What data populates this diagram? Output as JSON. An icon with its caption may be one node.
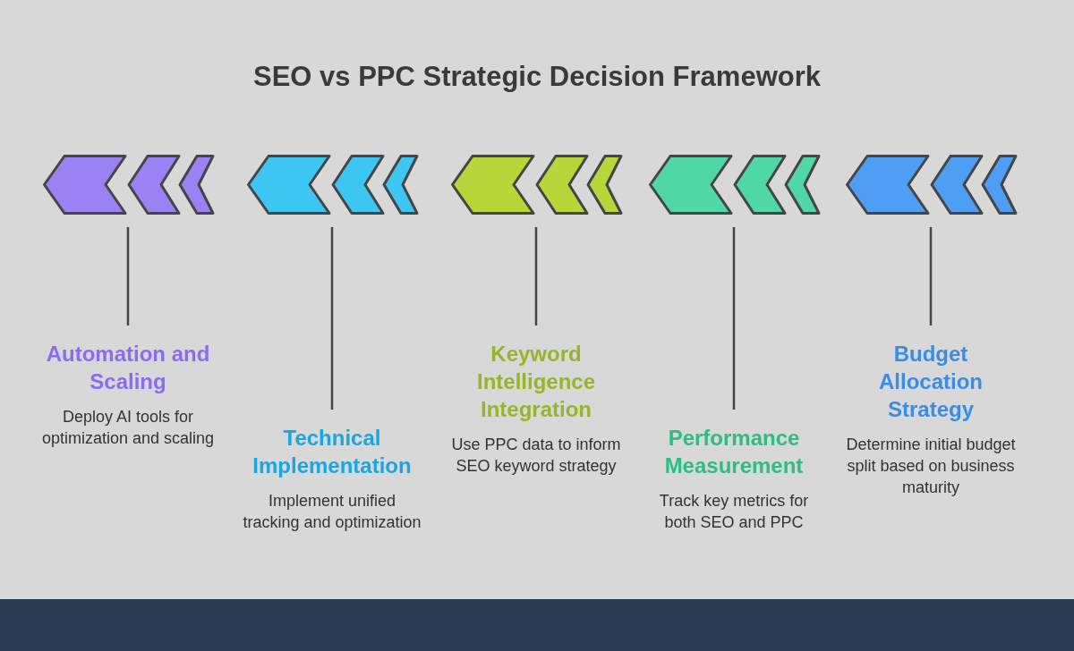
{
  "diagram": {
    "title": "SEO vs PPC Strategic Decision Framework",
    "nodes": [
      {
        "text": [],
        "shape": "chevron"
      },
      {
        "text": [
          "Automation and Scaling",
          "Deploy AI tools for optimization and scaling"
        ]
      },
      {
        "text": [],
        "shape": "chevron"
      },
      {
        "text": [
          "Technical Implementation",
          "Implement unified tracking and optimization"
        ]
      },
      {
        "text": [],
        "shape": "chevron"
      },
      {
        "text": [
          "Keyword Intelligence Integration",
          "Use PPC data to inform SEO keyword strategy"
        ]
      },
      {
        "text": [],
        "shape": "chevron"
      },
      {
        "text": [
          "Performance Measurement",
          "Track key metrics for both SEO and PPC"
        ]
      },
      {
        "text": [],
        "shape": "chevron"
      },
      {
        "text": [
          "Budget Allocation Strategy",
          "Determine initial budget split based on business maturity"
        ]
      }
    ],
    "edges": [
      {
        "from": 0,
        "to": 1,
        "arrow": "none"
      },
      {
        "from": 2,
        "to": 3,
        "arrow": "none"
      },
      {
        "from": 4,
        "to": 5,
        "arrow": "none"
      },
      {
        "from": 6,
        "to": 7,
        "arrow": "none"
      },
      {
        "from": 8,
        "to": 9,
        "arrow": "none"
      }
    ]
  }
}
